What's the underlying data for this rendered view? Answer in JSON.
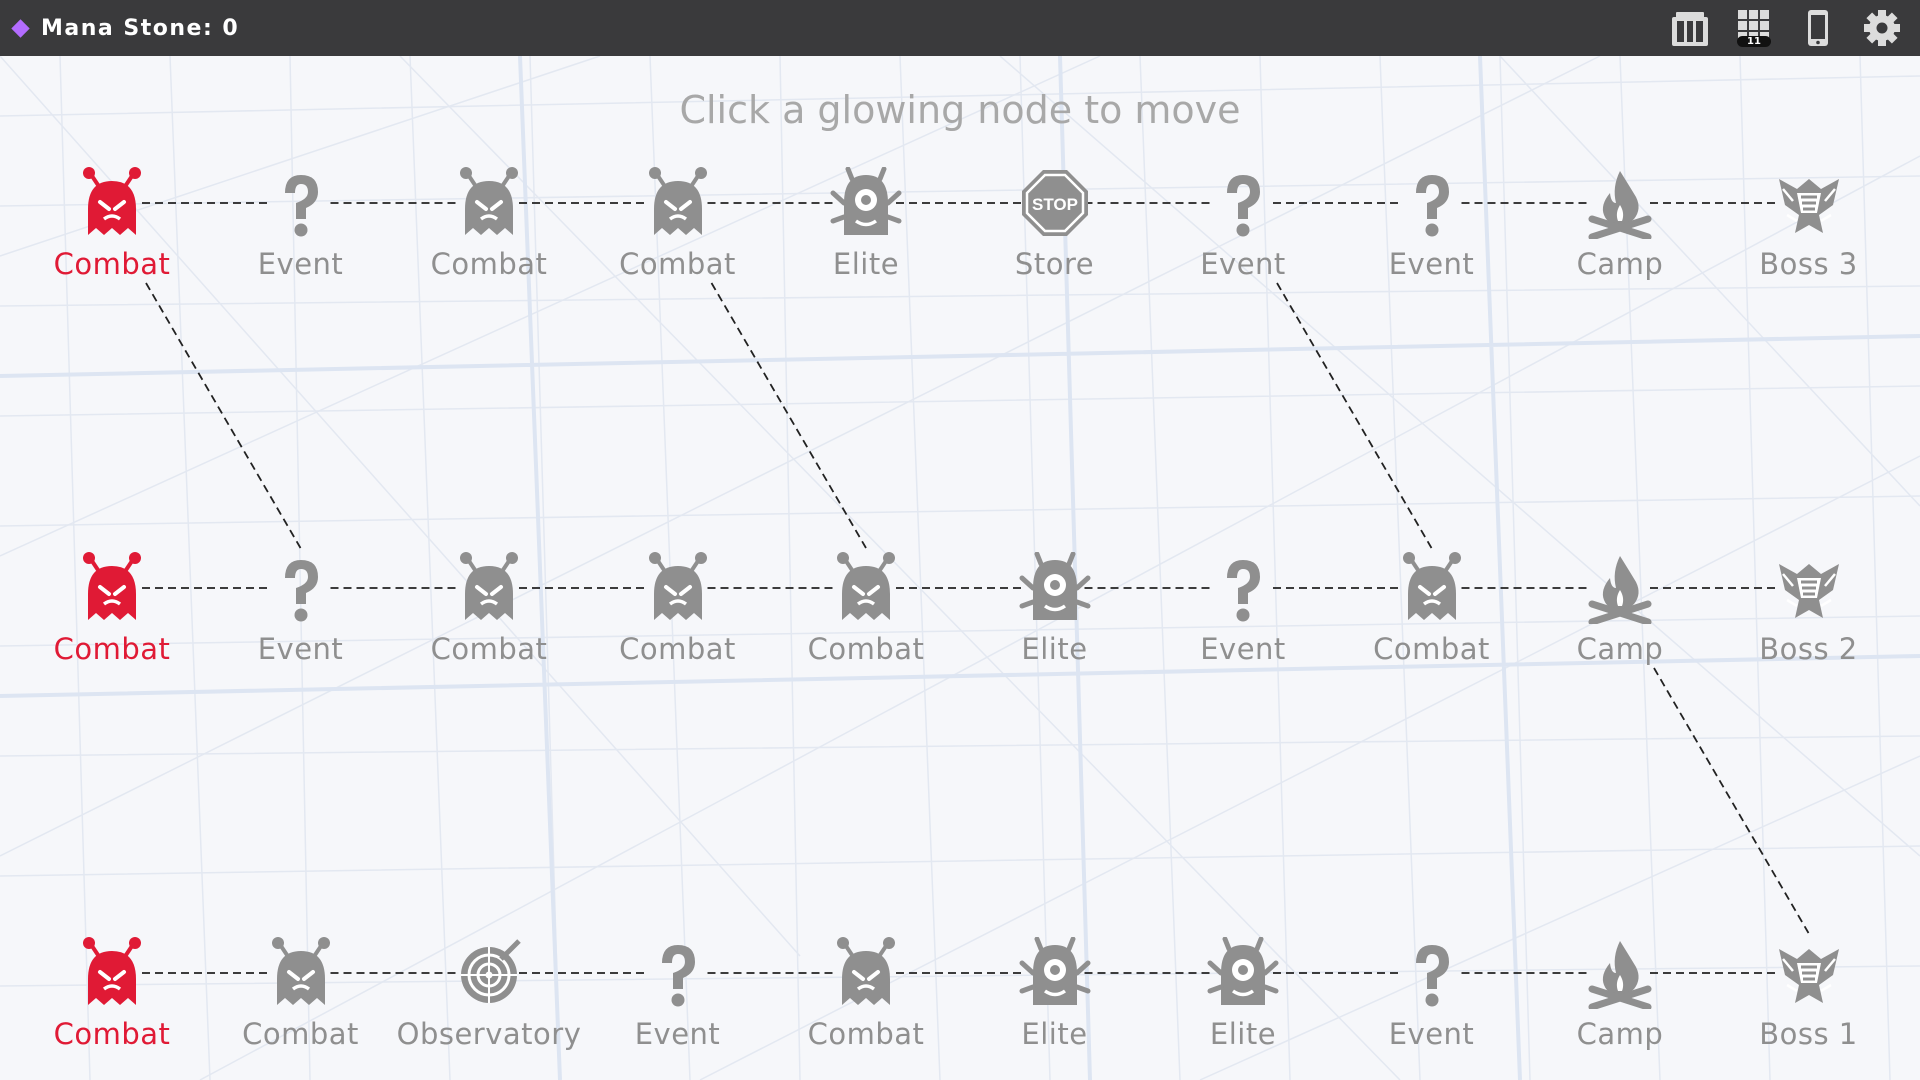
{
  "topbar": {
    "mana_label": "Mana Stone: 0",
    "mana_color": "#b36cff",
    "icons": [
      {
        "name": "deck-icon"
      },
      {
        "name": "map-grid-icon",
        "badge": "11"
      },
      {
        "name": "phone-icon"
      },
      {
        "name": "settings-gear-icon"
      }
    ]
  },
  "instruction": "Click a glowing node to move",
  "colors": {
    "active": "#e01a35",
    "inactive": "#8f8f8f"
  },
  "map": {
    "rows": [
      {
        "nodes": [
          {
            "type": "combat",
            "label": "Combat",
            "active": true
          },
          {
            "type": "event",
            "label": "Event"
          },
          {
            "type": "combat",
            "label": "Combat"
          },
          {
            "type": "combat",
            "label": "Combat"
          },
          {
            "type": "elite",
            "label": "Elite"
          },
          {
            "type": "store",
            "label": "Store"
          },
          {
            "type": "event",
            "label": "Event"
          },
          {
            "type": "event",
            "label": "Event"
          },
          {
            "type": "camp",
            "label": "Camp"
          },
          {
            "type": "boss",
            "label": "Boss 3"
          }
        ]
      },
      {
        "nodes": [
          {
            "type": "combat",
            "label": "Combat",
            "active": true
          },
          {
            "type": "event",
            "label": "Event"
          },
          {
            "type": "combat",
            "label": "Combat"
          },
          {
            "type": "combat",
            "label": "Combat"
          },
          {
            "type": "combat",
            "label": "Combat"
          },
          {
            "type": "elite",
            "label": "Elite"
          },
          {
            "type": "event",
            "label": "Event"
          },
          {
            "type": "combat",
            "label": "Combat"
          },
          {
            "type": "camp",
            "label": "Camp"
          },
          {
            "type": "boss",
            "label": "Boss 2"
          }
        ]
      },
      {
        "nodes": [
          {
            "type": "combat",
            "label": "Combat",
            "active": true
          },
          {
            "type": "combat",
            "label": "Combat"
          },
          {
            "type": "observatory",
            "label": "Observatory"
          },
          {
            "type": "event",
            "label": "Event"
          },
          {
            "type": "combat",
            "label": "Combat"
          },
          {
            "type": "elite",
            "label": "Elite"
          },
          {
            "type": "elite",
            "label": "Elite"
          },
          {
            "type": "event",
            "label": "Event"
          },
          {
            "type": "camp",
            "label": "Camp"
          },
          {
            "type": "boss",
            "label": "Boss 1"
          }
        ]
      }
    ],
    "cross_links": [
      {
        "from": [
          0,
          0
        ],
        "to": [
          1,
          1
        ]
      },
      {
        "from": [
          0,
          3
        ],
        "to": [
          1,
          4
        ]
      },
      {
        "from": [
          0,
          6
        ],
        "to": [
          1,
          7
        ]
      },
      {
        "from": [
          1,
          8
        ],
        "to": [
          2,
          9
        ]
      }
    ]
  }
}
